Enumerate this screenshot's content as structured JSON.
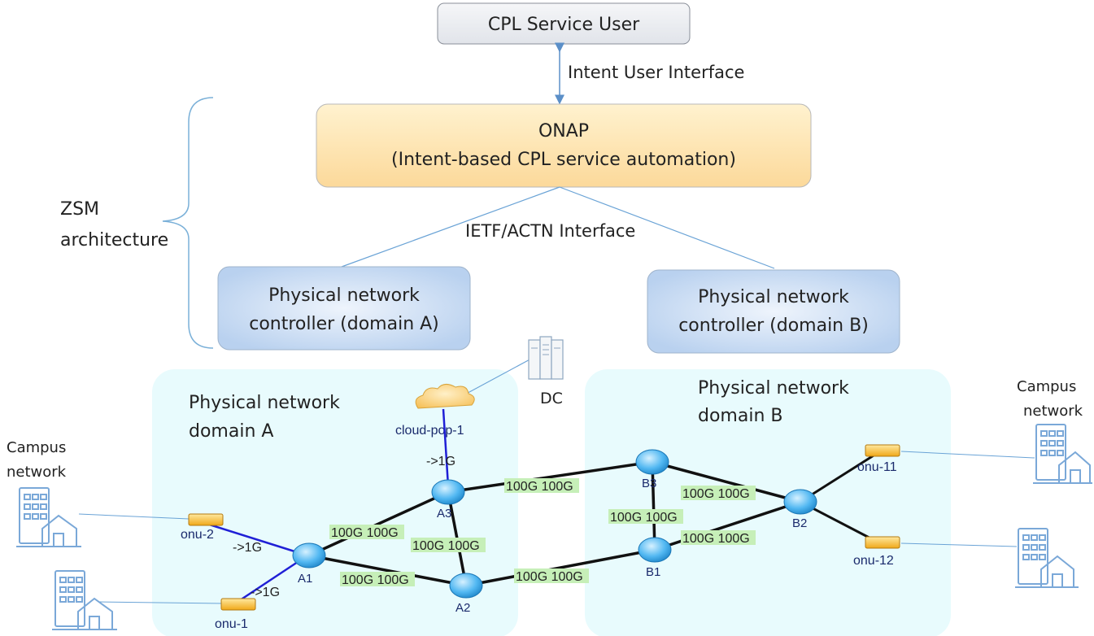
{
  "top": {
    "user_box": "CPL Service User",
    "user_interface": "Intent User Interface",
    "onap_line1": "ONAP",
    "onap_line2": "(Intent-based CPL service automation)",
    "actn_interface": "IETF/ACTN Interface",
    "zsm_line1": "ZSM",
    "zsm_line2": "architecture"
  },
  "controllers": {
    "a_line1": "Physical network",
    "a_line2": "controller (domain A)",
    "b_line1": "Physical network",
    "b_line2": "controller  (domain B)"
  },
  "domains": {
    "a_line1": "Physical network",
    "a_line2": "domain A",
    "b_line1": "Physical network",
    "b_line2": "domain B"
  },
  "dc_label": "DC",
  "cloud_label": "cloud-pop-1",
  "campus": {
    "left_line1": "Campus",
    "left_line2": "network",
    "right_line1": "Campus",
    "right_line2": "network"
  },
  "nodes": {
    "A1": "A1",
    "A2": "A2",
    "A3": "A3",
    "B1": "B1",
    "B2": "B2",
    "B3": "B3"
  },
  "onus": {
    "onu1": "onu-1",
    "onu2": "onu-2",
    "onu11": "onu-11",
    "onu12": "onu-12"
  },
  "rates": {
    "cloud": "->1G",
    "onu2": "->1G",
    "onu1": "->1G"
  },
  "links": {
    "a1_a3": "100G 100G",
    "a3_a2": "100G 100G",
    "a1_a2": "100G 100G",
    "a3_b3": "100G 100G",
    "a2_b1": "100G 100G",
    "b3_b1": "100G 100G",
    "b3_b2": "100G 100G",
    "b1_b2": "100G 100G"
  },
  "colors": {
    "domain_fill": "#e8fbfd",
    "controller_fill": "#c9dcf2",
    "onap_fill": "#fde4a8",
    "link_label_bg": "#c6efb8",
    "access_link": "#1f1fd6",
    "connector": "#6aa3d6"
  }
}
